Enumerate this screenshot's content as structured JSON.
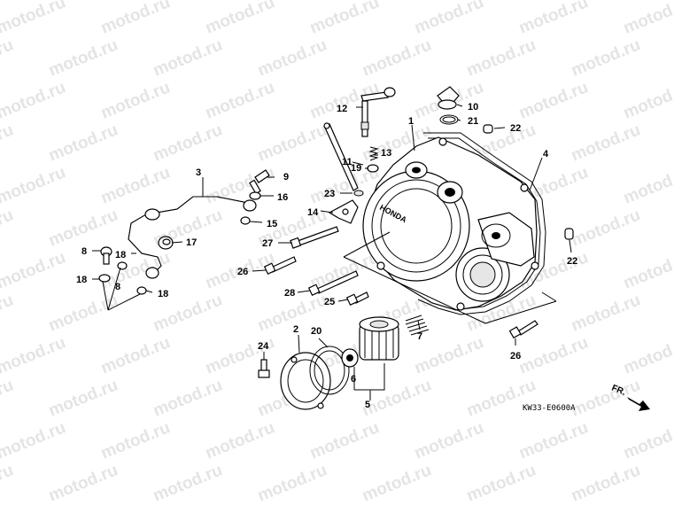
{
  "watermark": "motod.ru",
  "diagram_code": "KW33-E0600A",
  "direction_label": "FR.",
  "callouts": {
    "c1": "1",
    "c2": "2",
    "c3": "3",
    "c4": "4",
    "c5": "5",
    "c6": "6",
    "c7": "7",
    "c8a": "8",
    "c8b": "8",
    "c9": "9",
    "c10": "10",
    "c11": "11",
    "c12": "12",
    "c13": "13",
    "c14": "14",
    "c15": "15",
    "c16": "16",
    "c17": "17",
    "c18a": "18",
    "c18b": "18",
    "c18c": "18",
    "c19": "19",
    "c20": "20",
    "c21": "21",
    "c22a": "22",
    "c22b": "22",
    "c23": "23",
    "c24": "24",
    "c25": "25",
    "c26a": "26",
    "c26b": "26",
    "c27": "27",
    "c28": "28"
  },
  "cover_emblem": "HONDA"
}
